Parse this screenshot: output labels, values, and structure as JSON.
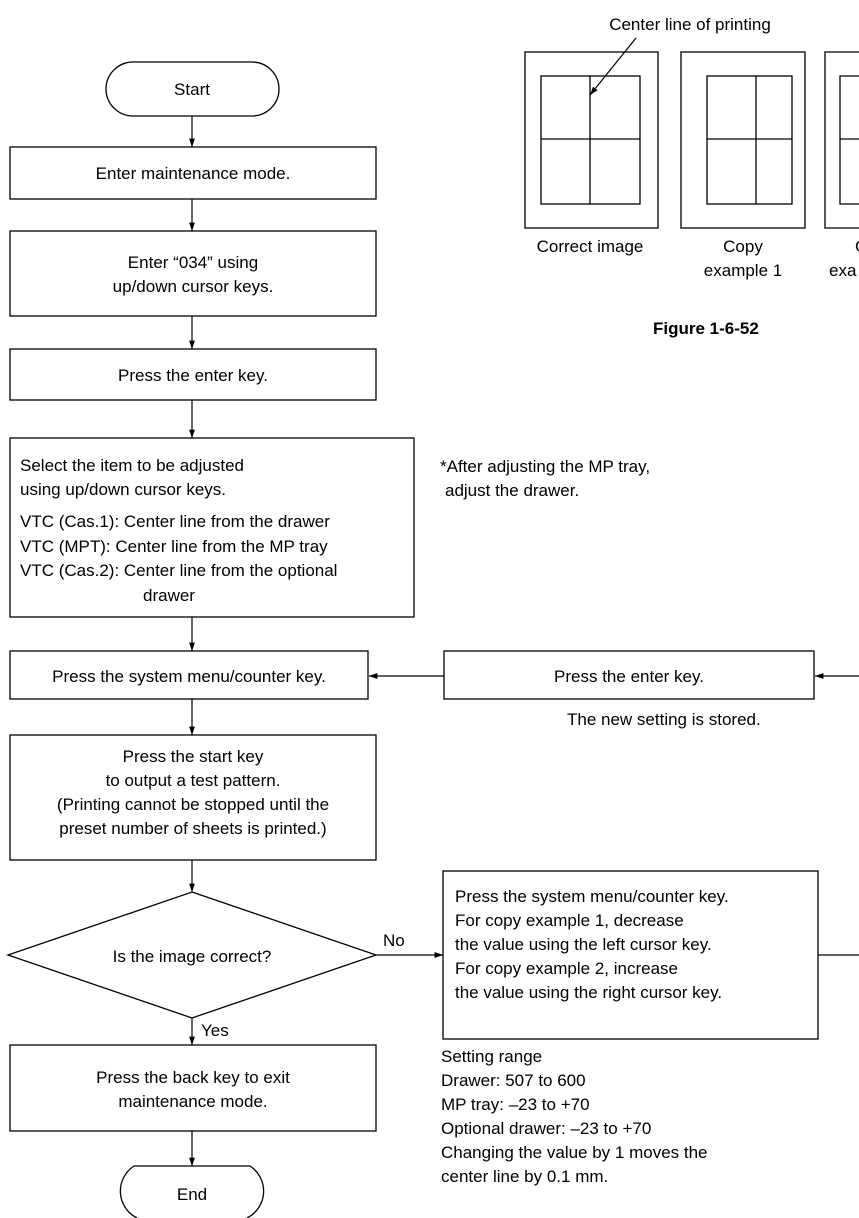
{
  "flowchart": {
    "start": "Start",
    "enter_mode": "Enter maintenance mode.",
    "enter_034": [
      "Enter “034” using",
      "up/down cursor keys."
    ],
    "press_enter": "Press the enter key.",
    "select_item": [
      "Select the item to be adjusted",
      "using up/down cursor keys.",
      "VTC (Cas.1): Center line from the drawer",
      "VTC (MPT): Center line from the MP tray",
      "VTC (Cas.2): Center line from the optional",
      "drawer"
    ],
    "system_menu": "Press the system menu/counter key.",
    "start_key": [
      "Press the start key",
      "to output a test pattern.",
      "(Printing cannot be stopped until the",
      "preset number of sheets is printed.)"
    ],
    "decision": "Is the image correct?",
    "no_label": "No",
    "yes_label": "Yes",
    "back_key": [
      "Press the back key to exit",
      "maintenance mode."
    ],
    "end": "End",
    "adjust_box": [
      "Press the system menu/counter key.",
      "For copy example 1, decrease",
      "the value using the left cursor key.",
      "For copy example 2, increase",
      "the value using the right cursor key."
    ],
    "enter_key_right": "Press the enter key.",
    "stored_note": "The new setting is stored.",
    "mp_note": [
      "*After adjusting the MP tray,",
      "adjust the drawer."
    ],
    "setting_range": [
      "Setting range",
      "Drawer: 507 to 600",
      "MP tray: –23 to +70",
      "Optional drawer: –23 to +70",
      "Changing the value by 1 moves the",
      "center line by 0.1 mm."
    ]
  },
  "figure": {
    "center_line_label": "Center line of printing",
    "correct_label": "Correct image",
    "copy1_label": [
      "Copy",
      "example 1"
    ],
    "copy2_label": [
      "C",
      "exa"
    ],
    "caption": "Figure 1-6-52"
  }
}
